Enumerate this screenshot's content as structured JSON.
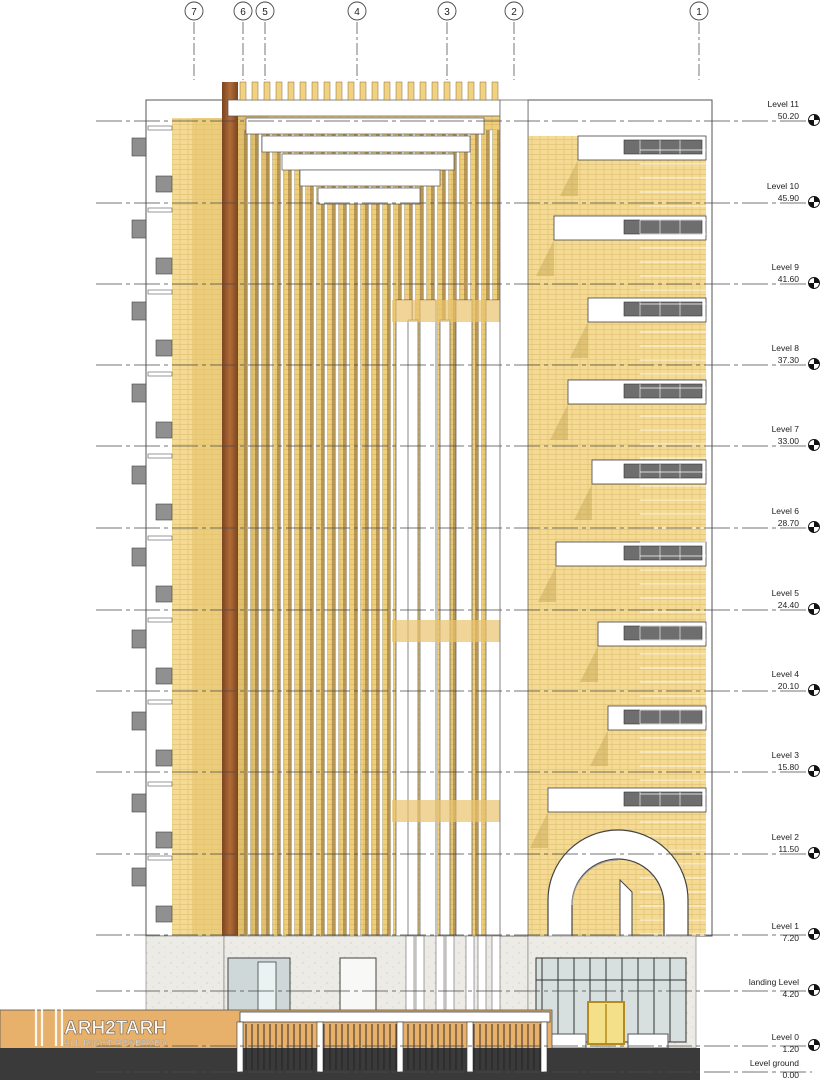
{
  "grid_bubbles": [
    "7",
    "6",
    "5",
    "4",
    "3",
    "2",
    "1"
  ],
  "levels": [
    {
      "name": "Level 11",
      "elevation": "50.20"
    },
    {
      "name": "Level 10",
      "elevation": "45.90"
    },
    {
      "name": "Level 9",
      "elevation": "41.60"
    },
    {
      "name": "Level 8",
      "elevation": "37.30"
    },
    {
      "name": "Level 7",
      "elevation": "33.00"
    },
    {
      "name": "Level 6",
      "elevation": "28.70"
    },
    {
      "name": "Level 5",
      "elevation": "24.40"
    },
    {
      "name": "Level 4",
      "elevation": "20.10"
    },
    {
      "name": "Level 3",
      "elevation": "15.80"
    },
    {
      "name": "Level 2",
      "elevation": "11.50"
    },
    {
      "name": "Level 1",
      "elevation": "7.20"
    },
    {
      "name": "landing Level",
      "elevation": "4.20"
    },
    {
      "name": "Level 0",
      "elevation": "1.20"
    },
    {
      "name": "Level ground",
      "elevation": "0.00"
    }
  ],
  "watermark": {
    "brand": "ARH2TARH",
    "tagline": "ALL RIGHT RESERVED"
  },
  "colors": {
    "brick": "#f3d98e",
    "brick_shade": "#e7c46a",
    "column_white": "#ffffff",
    "copper": "#9a5a2c",
    "glass": "#7f8a8c",
    "line": "#5a5a5a"
  }
}
